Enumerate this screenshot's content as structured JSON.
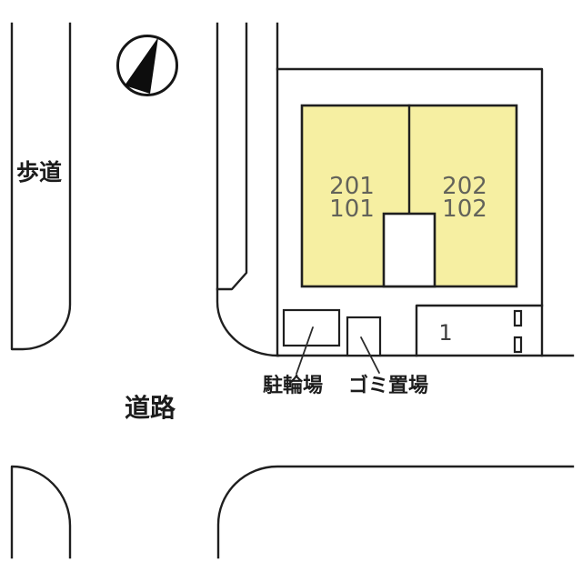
{
  "plan": {
    "compass": {
      "icon": "north-arrow"
    },
    "streets": {
      "sidewalk_label": "歩道",
      "road_label": "道路"
    },
    "site": {
      "units": [
        {
          "upper": "201",
          "lower": "101"
        },
        {
          "upper": "202",
          "lower": "102"
        }
      ],
      "parking_stall_number": "1",
      "bicycle_parking_label": "駐輪場",
      "garbage_area_label": "ゴミ置場"
    },
    "colors": {
      "building_fill": "#f6efa2",
      "line": "#1f1f1f",
      "unit_text": "#63635a",
      "stall_text": "#3d3d3d"
    }
  }
}
